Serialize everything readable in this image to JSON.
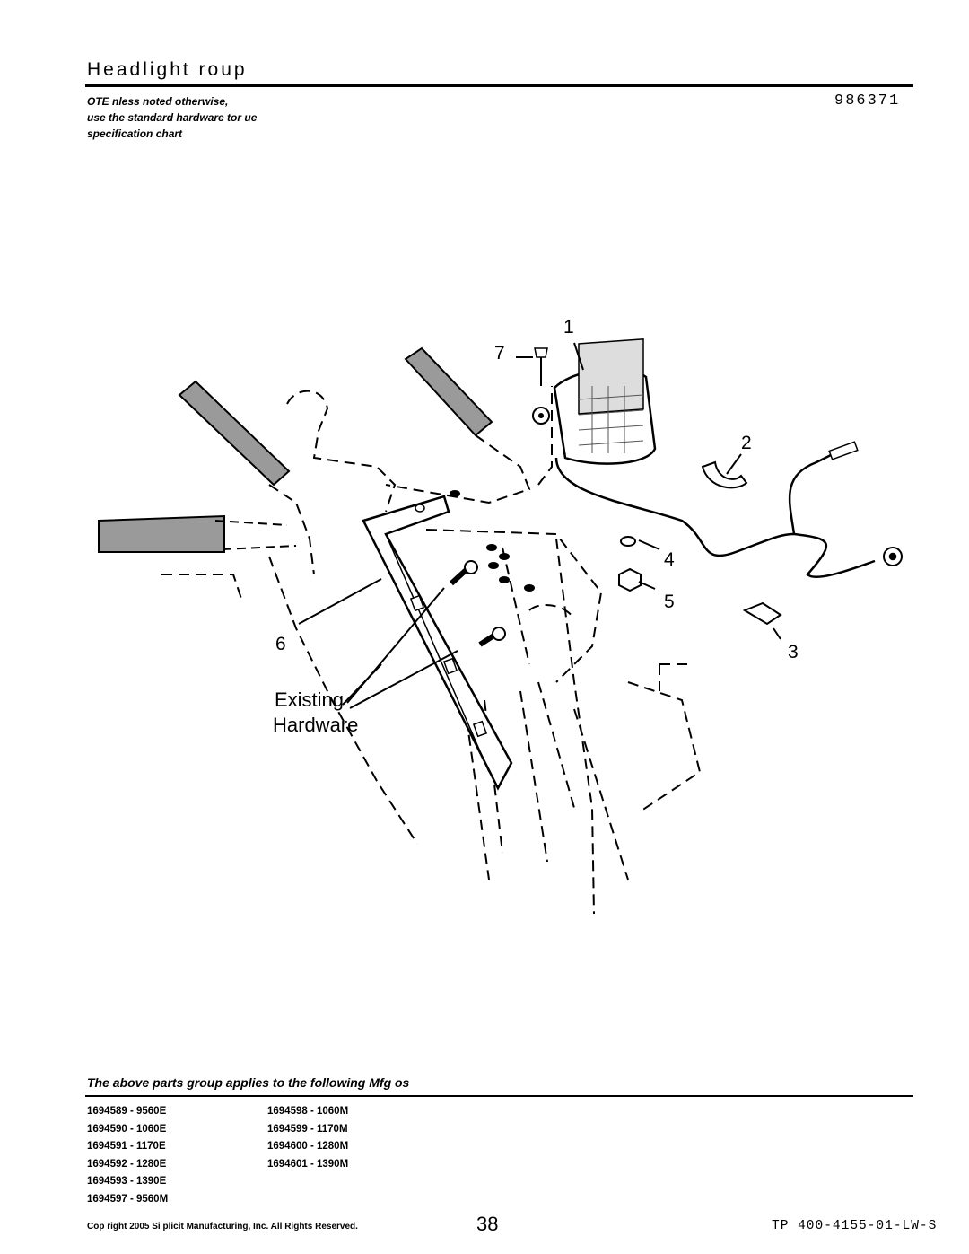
{
  "header": {
    "title": "Headlight roup",
    "note_lines": [
      "OTE nless noted otherwise,",
      "use the standard hardware tor ue",
      "specification chart"
    ],
    "part_number": "986371"
  },
  "diagram": {
    "callouts": [
      "1",
      "7",
      "2",
      "4",
      "5",
      "6",
      "3"
    ],
    "existing_hardware_label": [
      "Existing",
      "Hardware"
    ]
  },
  "applies": {
    "heading": "The above parts group applies to the following Mfg os",
    "left_column": [
      "1694589 - 9560E",
      "1694590 - 1060E",
      "1694591 - 1170E",
      "1694592 - 1280E",
      "1694593 - 1390E",
      "1694597 - 9560M"
    ],
    "right_column": [
      "1694598 - 1060M",
      "1694599 - 1170M",
      "1694600 - 1280M",
      "1694601 - 1390M"
    ]
  },
  "footer": {
    "copyright": "Cop right 2005 Si plicit Manufacturing, Inc. All Rights Reserved.",
    "page_number": "38",
    "doc_id": "TP 400-4155-01-LW-S"
  }
}
